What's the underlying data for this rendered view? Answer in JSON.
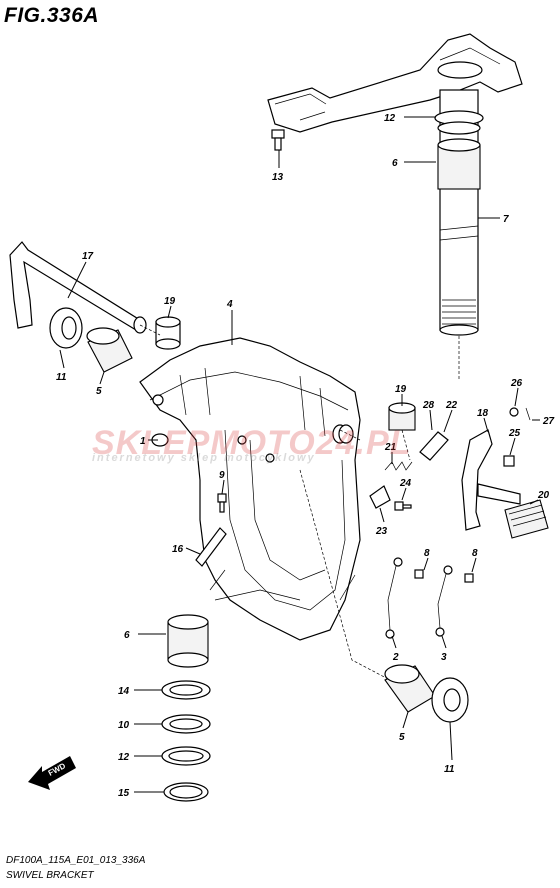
{
  "figure": {
    "title": "FIG.336A",
    "model_code": "DF100A_115A_E01_013_336A",
    "name": "SWIVEL BRACKET"
  },
  "watermark": {
    "logo": "SKLEPMOTO24.PL",
    "subtitle": "internetowy sklep motocyklowy",
    "color": "#d63c3c"
  },
  "fwd_badge": {
    "label": "FWD"
  },
  "callouts": [
    {
      "label": "12"
    },
    {
      "label": "6"
    },
    {
      "label": "7"
    },
    {
      "label": "13"
    },
    {
      "label": "17"
    },
    {
      "label": "19"
    },
    {
      "label": "4"
    },
    {
      "label": "11"
    },
    {
      "label": "5"
    },
    {
      "label": "1"
    },
    {
      "label": "9"
    },
    {
      "label": "16"
    },
    {
      "label": "19"
    },
    {
      "label": "28"
    },
    {
      "label": "22"
    },
    {
      "label": "18"
    },
    {
      "label": "26"
    },
    {
      "label": "27"
    },
    {
      "label": "25"
    },
    {
      "label": "21"
    },
    {
      "label": "24"
    },
    {
      "label": "23"
    },
    {
      "label": "20"
    },
    {
      "label": "8"
    },
    {
      "label": "8"
    },
    {
      "label": "2"
    },
    {
      "label": "3"
    },
    {
      "label": "6"
    },
    {
      "label": "5"
    },
    {
      "label": "11"
    },
    {
      "label": "14"
    },
    {
      "label": "10"
    },
    {
      "label": "12"
    },
    {
      "label": "15"
    }
  ]
}
